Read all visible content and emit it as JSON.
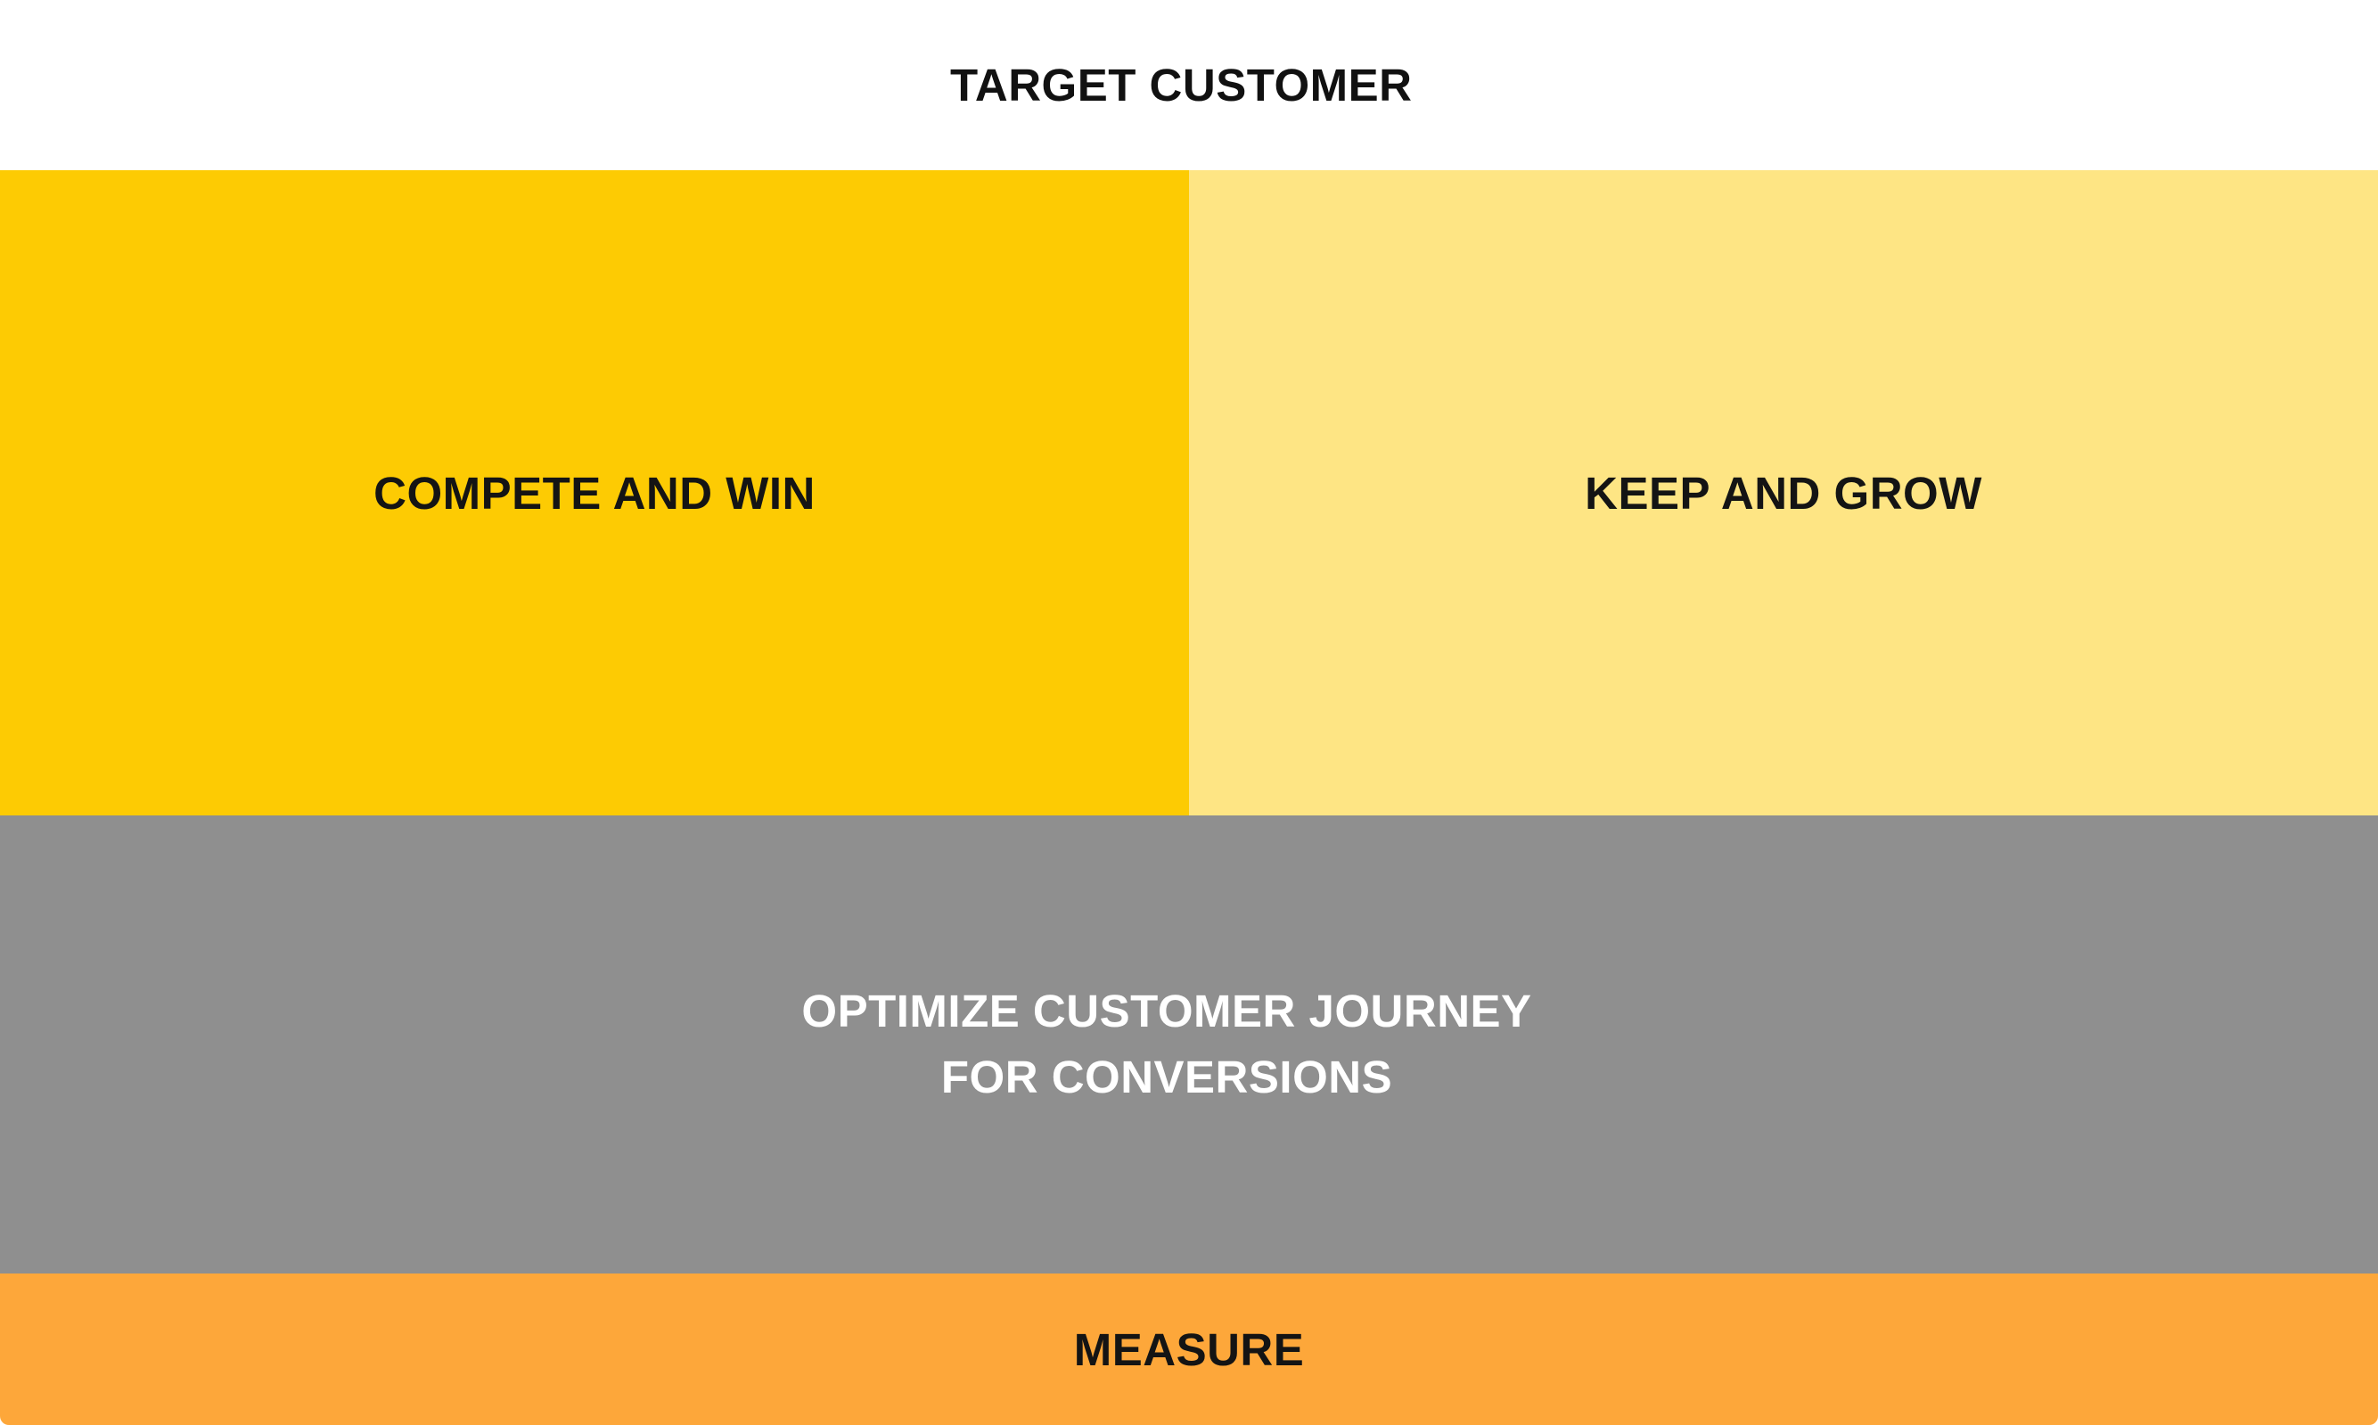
{
  "header": {
    "title": "TARGET CUSTOMER"
  },
  "quadrants": {
    "left": {
      "label": "COMPETE AND WIN",
      "color": "#fdcb03"
    },
    "right": {
      "label": "KEEP AND GROW",
      "color": "#fee584"
    }
  },
  "middle": {
    "line1": "OPTIMIZE CUSTOMER JOURNEY",
    "line2": "FOR CONVERSIONS",
    "color": "#8f8f8f"
  },
  "footer": {
    "label": "MEASURE",
    "color": "#fda73a"
  }
}
